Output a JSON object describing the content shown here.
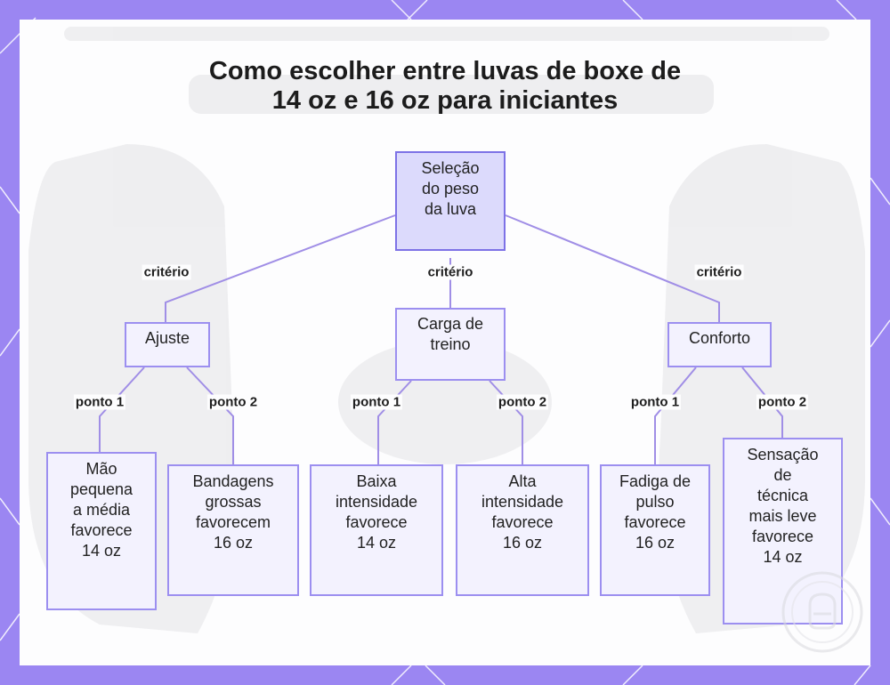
{
  "title": {
    "line1": "Como escolher entre luvas de boxe de",
    "line2": "14 oz e 16 oz para iniciantes"
  },
  "nodes": {
    "root": "Seleção\ndo peso\nda luva",
    "ajuste": "Ajuste",
    "carga": "Carga de\ntreino",
    "conforto": "Conforto",
    "mao": "Mão\npequena\na média\nfavorece\n14 oz",
    "bandagens": "Bandagens\ngrossas\nfavorecem\n16 oz",
    "baixa": "Baixa\nintensidade\nfavorece\n14 oz",
    "alta": "Alta\nintensidade\nfavorece\n16 oz",
    "fadiga": "Fadiga de\npulso\nfavorece\n16 oz",
    "sensacao": "Sensação\nde\ntécnica\nmais leve\nfavorece\n14 oz"
  },
  "edge_labels": {
    "criterio_1": "critério",
    "criterio_2": "critério",
    "criterio_3": "critério",
    "ponto1_a": "ponto 1",
    "ponto2_a": "ponto 2",
    "ponto1_b": "ponto 1",
    "ponto2_b": "ponto 2",
    "ponto1_c": "ponto 1",
    "ponto2_c": "ponto 2"
  },
  "colors": {
    "frame": "#9b86f2",
    "edge": "#a08ee6",
    "node_border": "#9c8ff0",
    "node_fill": "#f3f2fe",
    "root_fill": "#dcdafc"
  }
}
